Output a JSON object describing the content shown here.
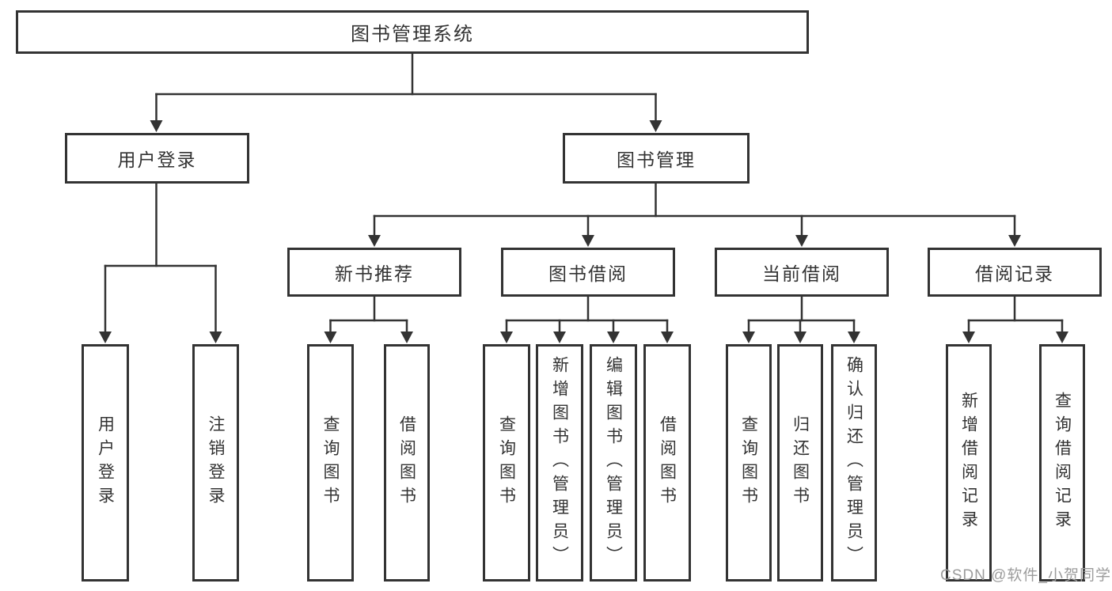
{
  "diagram": {
    "root": {
      "label": "图书管理系统"
    },
    "branches": [
      {
        "label": "用户登录",
        "children": [
          {
            "label": "用户登录"
          },
          {
            "label": "注销登录"
          }
        ]
      },
      {
        "label": "图书管理",
        "children": [
          {
            "label": "新书推荐",
            "children": [
              {
                "label": "查询图书"
              },
              {
                "label": "借阅图书"
              }
            ]
          },
          {
            "label": "图书借阅",
            "children": [
              {
                "label": "查询图书"
              },
              {
                "label": "新增图书（管理员）"
              },
              {
                "label": "编辑图书（管理员）"
              },
              {
                "label": "借阅图书"
              }
            ]
          },
          {
            "label": "当前借阅",
            "children": [
              {
                "label": "查询图书"
              },
              {
                "label": "归还图书"
              },
              {
                "label": "确认归还（管理员）"
              }
            ]
          },
          {
            "label": "借阅记录",
            "children": [
              {
                "label": "新增借阅记录"
              },
              {
                "label": "查询借阅记录"
              }
            ]
          }
        ]
      }
    ],
    "watermark": "CSDN @软件_小贺同学",
    "colors": {
      "line": "#333333",
      "box_border": "#333333",
      "text": "#333333",
      "background": "#ffffff",
      "watermark": "#9c9c9c"
    }
  }
}
